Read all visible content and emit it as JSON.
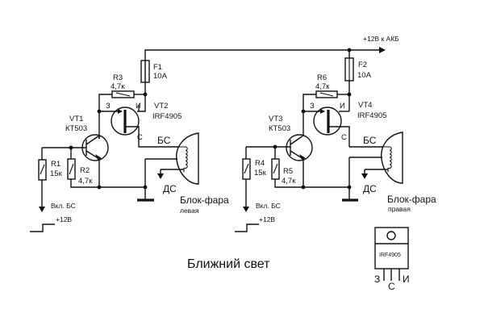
{
  "title": "Ближний свет",
  "supply": {
    "label": "+12В  к АКБ"
  },
  "left": {
    "fuse": {
      "ref": "F1",
      "value": "10А"
    },
    "r_gate": {
      "ref": "R3",
      "value": "4,7к"
    },
    "mosfet": {
      "ref": "VT2",
      "part": "IRF4905",
      "pin_gate": "З",
      "pin_source": "И",
      "pin_drain": "С"
    },
    "bjt": {
      "ref": "VT1",
      "part": "КТ503"
    },
    "r_in": {
      "ref": "R1",
      "value": "15к"
    },
    "r_be": {
      "ref": "R2",
      "value": "4,7к"
    },
    "lamp_high": "БС",
    "lamp_low": "ДС",
    "headlight": {
      "name": "Блок-фара",
      "side": "левая"
    },
    "input": {
      "label": "Вкл. БС",
      "level": "+12В"
    }
  },
  "right": {
    "fuse": {
      "ref": "F2",
      "value": "10А"
    },
    "r_gate": {
      "ref": "R6",
      "value": "4,7к"
    },
    "mosfet": {
      "ref": "VT4",
      "part": "IRF4905",
      "pin_gate": "З",
      "pin_source": "И",
      "pin_drain": "С"
    },
    "bjt": {
      "ref": "VT3",
      "part": "КТ503"
    },
    "r_in": {
      "ref": "R4",
      "value": "15к"
    },
    "r_be": {
      "ref": "R5",
      "value": "4,7к"
    },
    "lamp_high": "БС",
    "lamp_low": "ДС",
    "headlight": {
      "name": "Блок-фара",
      "side": "правая"
    },
    "input": {
      "label": "Вкл. БС",
      "level": "+12В"
    }
  },
  "package": {
    "part": "IRF4905",
    "pins": [
      "З",
      "С",
      "И"
    ]
  }
}
